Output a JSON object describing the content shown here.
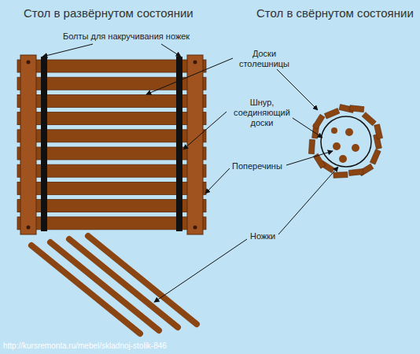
{
  "diagram": {
    "labels": [
      "Стол в развёрнутом состоянии",
      "Стол в свёрнутом состоянии",
      "Болты для накручивания ножек",
      "Доски столешницы",
      "Шнур, соединяющий доски",
      "Поперечины",
      "Ножки",
      "http://kursremonta.ru/mebel/skladnoj-stolik-846"
    ]
  }
}
